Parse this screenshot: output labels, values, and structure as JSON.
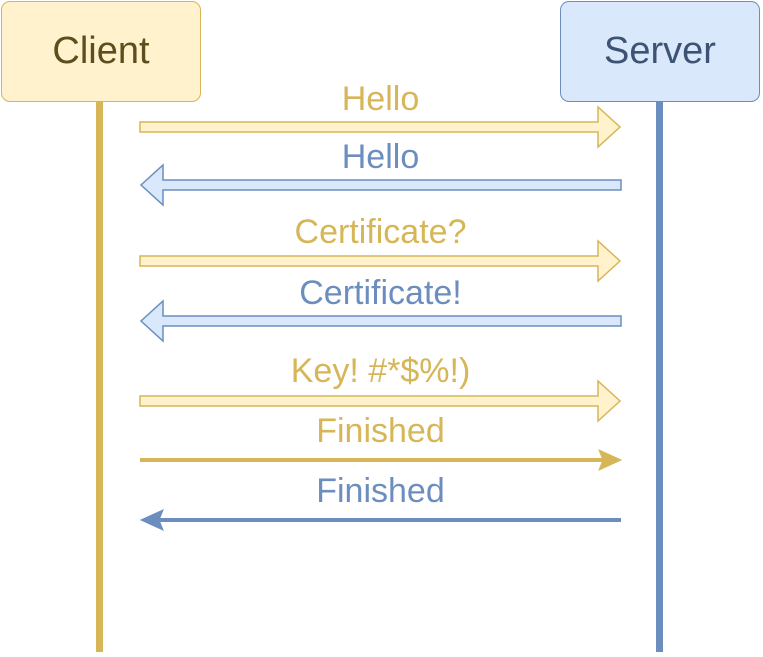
{
  "actors": {
    "client": {
      "label": "Client"
    },
    "server": {
      "label": "Server"
    }
  },
  "colors": {
    "client_fill": "#fff2cc",
    "client_stroke": "#d6b656",
    "server_fill": "#dae8fc",
    "server_stroke": "#6c8ebf"
  },
  "messages": [
    {
      "label": "Hello",
      "direction": "client-to-server",
      "style": "hollow-arrow"
    },
    {
      "label": "Hello",
      "direction": "server-to-client",
      "style": "hollow-arrow"
    },
    {
      "label": "Certificate?",
      "direction": "client-to-server",
      "style": "hollow-arrow"
    },
    {
      "label": "Certificate!",
      "direction": "server-to-client",
      "style": "hollow-arrow"
    },
    {
      "label": "Key! #*$%!)",
      "direction": "client-to-server",
      "style": "hollow-arrow"
    },
    {
      "label": "Finished",
      "direction": "client-to-server",
      "style": "solid-line-arrow"
    },
    {
      "label": "Finished",
      "direction": "server-to-client",
      "style": "solid-line-arrow"
    }
  ]
}
